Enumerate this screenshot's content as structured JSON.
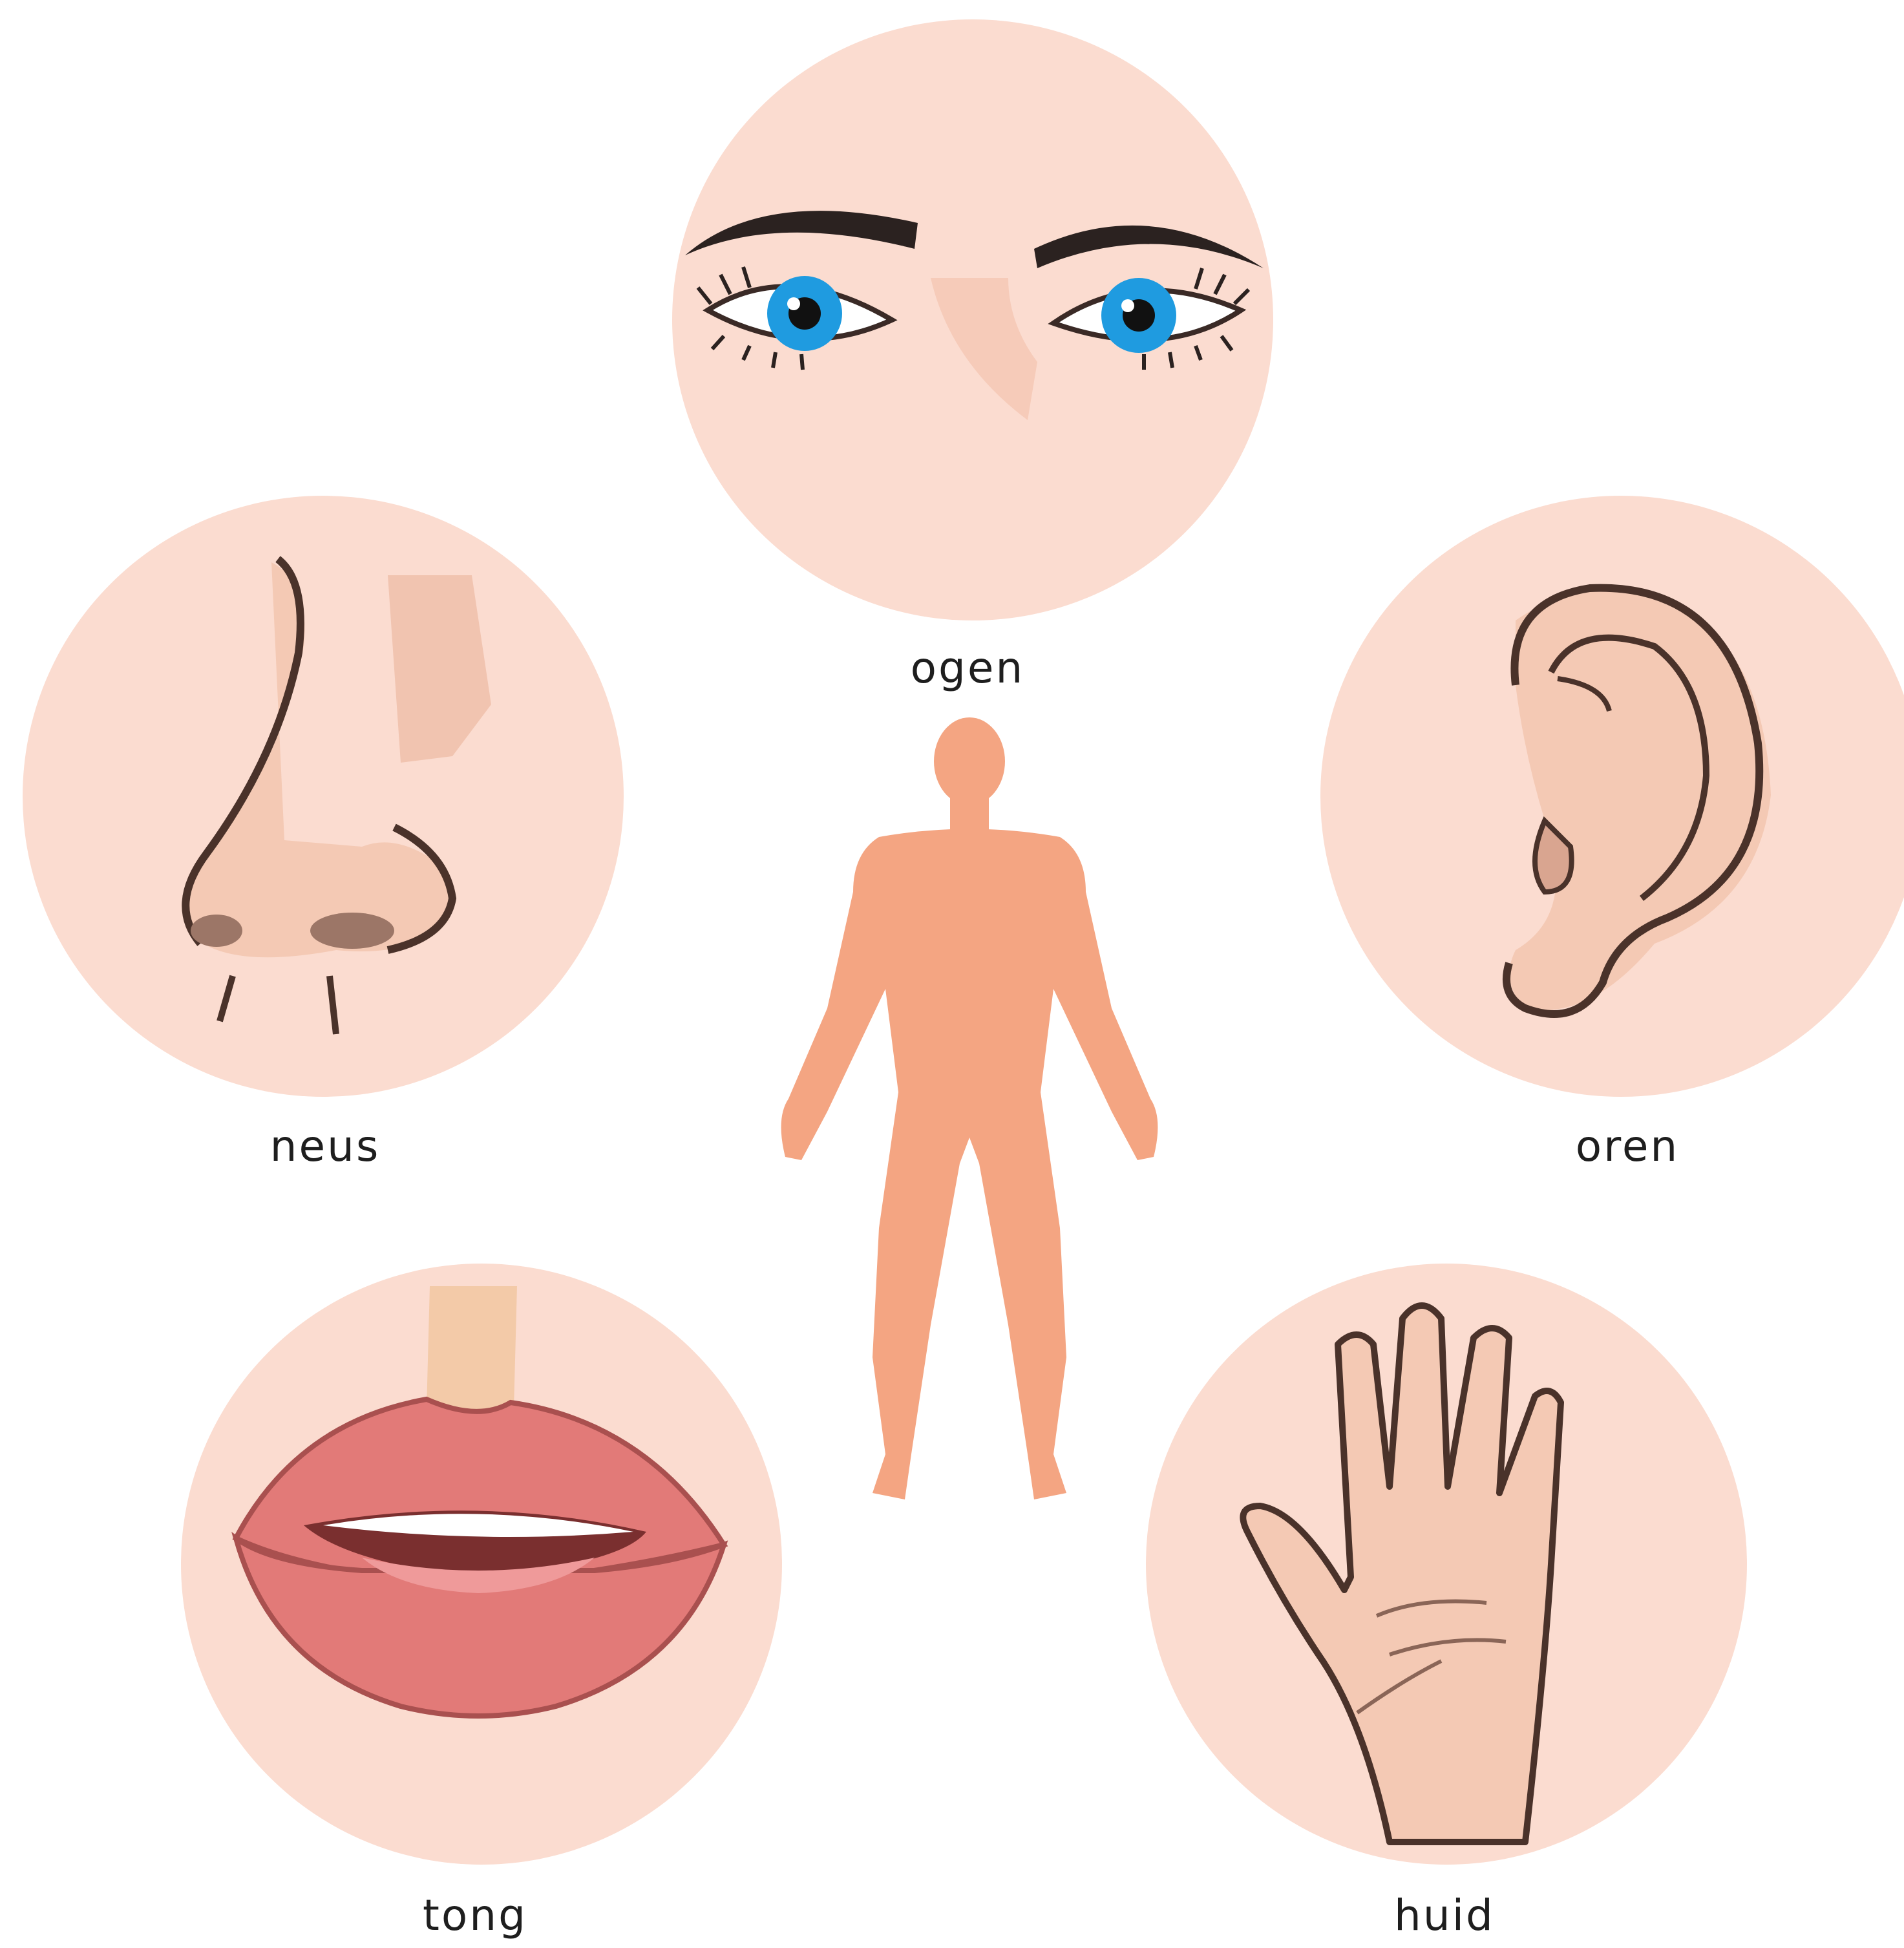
{
  "senses": [
    {
      "id": "eyes",
      "label": "ogen",
      "icon": "eyes-icon"
    },
    {
      "id": "nose",
      "label": "neus",
      "icon": "nose-icon"
    },
    {
      "id": "ears",
      "label": "oren",
      "icon": "ear-icon"
    },
    {
      "id": "tongue",
      "label": "tong",
      "icon": "mouth-icon"
    },
    {
      "id": "skin",
      "label": "huid",
      "icon": "hand-icon"
    }
  ],
  "center_figure": "human-body-icon",
  "colors": {
    "circle": "#fbdcd0",
    "body": "#f4a582",
    "iris": "#1f9be0",
    "lips": "#e27a78",
    "outline": "#5a3b32"
  }
}
